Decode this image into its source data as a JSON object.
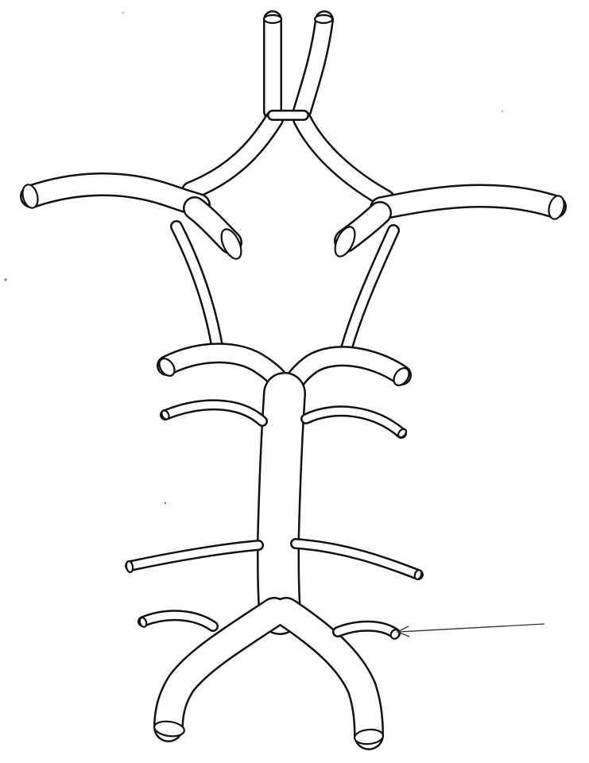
{
  "figure": {
    "type": "line-drawing",
    "subject": "arterial-circle-with-branches",
    "labels_present": false,
    "line_color": "#111111",
    "background": "#ffffff",
    "pointer_arrow": {
      "targets": "right-lower-small-branch-end"
    }
  }
}
